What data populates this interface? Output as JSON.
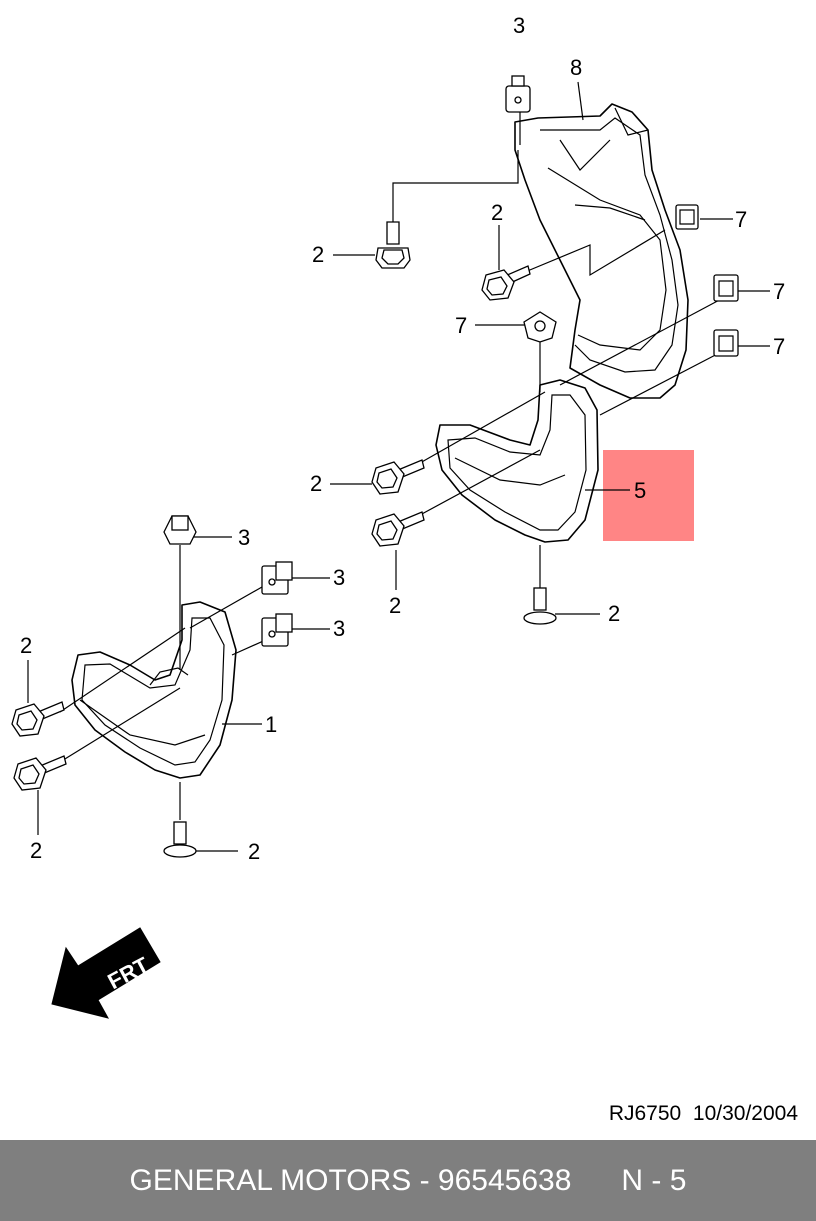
{
  "callouts": {
    "c3_top": "3",
    "c8": "8",
    "c2_bolt_left": "2",
    "c2_bolt_mid": "2",
    "c7_a": "7",
    "c7_b": "7",
    "c7_c": "7",
    "c7_d": "7",
    "c2_flap_r_upper": "2",
    "c5": "5",
    "c2_flap_r_lower": "2",
    "c2_flap_r_bottom": "2",
    "c3_left_a": "3",
    "c3_left_b": "3",
    "c3_left_c": "3",
    "c2_flap_l_top": "2",
    "c1": "1",
    "c2_flap_l_lower": "2",
    "c2_flap_l_bottom": "2"
  },
  "frt_label": "FRT",
  "highlight_color": "#ff8585",
  "drawing_ref": {
    "code": "RJ6750",
    "date": "10/30/2004"
  },
  "footer": {
    "brand_part": "GENERAL MOTORS - 96545638",
    "page": "N - 5"
  }
}
